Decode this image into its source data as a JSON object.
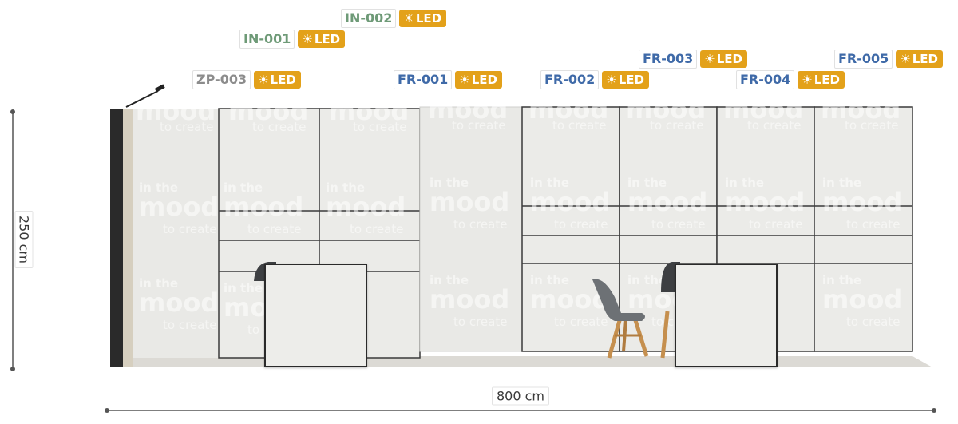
{
  "colors": {
    "blue": "#3f6aa8",
    "green": "#6e9a77",
    "grey": "#8c8c8c",
    "led": "#e3a11a",
    "panel": "#e9e9e6",
    "frame": "#2a2a2a",
    "floor": "#dcdad5",
    "wood": "#c58f4e",
    "chair": "#6d7175"
  },
  "led_label": "LED",
  "led_icon": "sun-icon",
  "panel_watermark": {
    "line1": "in the",
    "line2": "mood",
    "line3": "to create"
  },
  "labels": [
    {
      "code": "IN-002",
      "color": "green"
    },
    {
      "code": "IN-001",
      "color": "green"
    },
    {
      "code": "ZP-003",
      "color": "grey"
    },
    {
      "code": "FR-001",
      "color": "blue"
    },
    {
      "code": "FR-002",
      "color": "blue"
    },
    {
      "code": "FR-003",
      "color": "blue"
    },
    {
      "code": "FR-004",
      "color": "blue"
    },
    {
      "code": "FR-005",
      "color": "blue"
    }
  ],
  "dimensions": {
    "height": "250 cm",
    "width": "800 cm"
  }
}
